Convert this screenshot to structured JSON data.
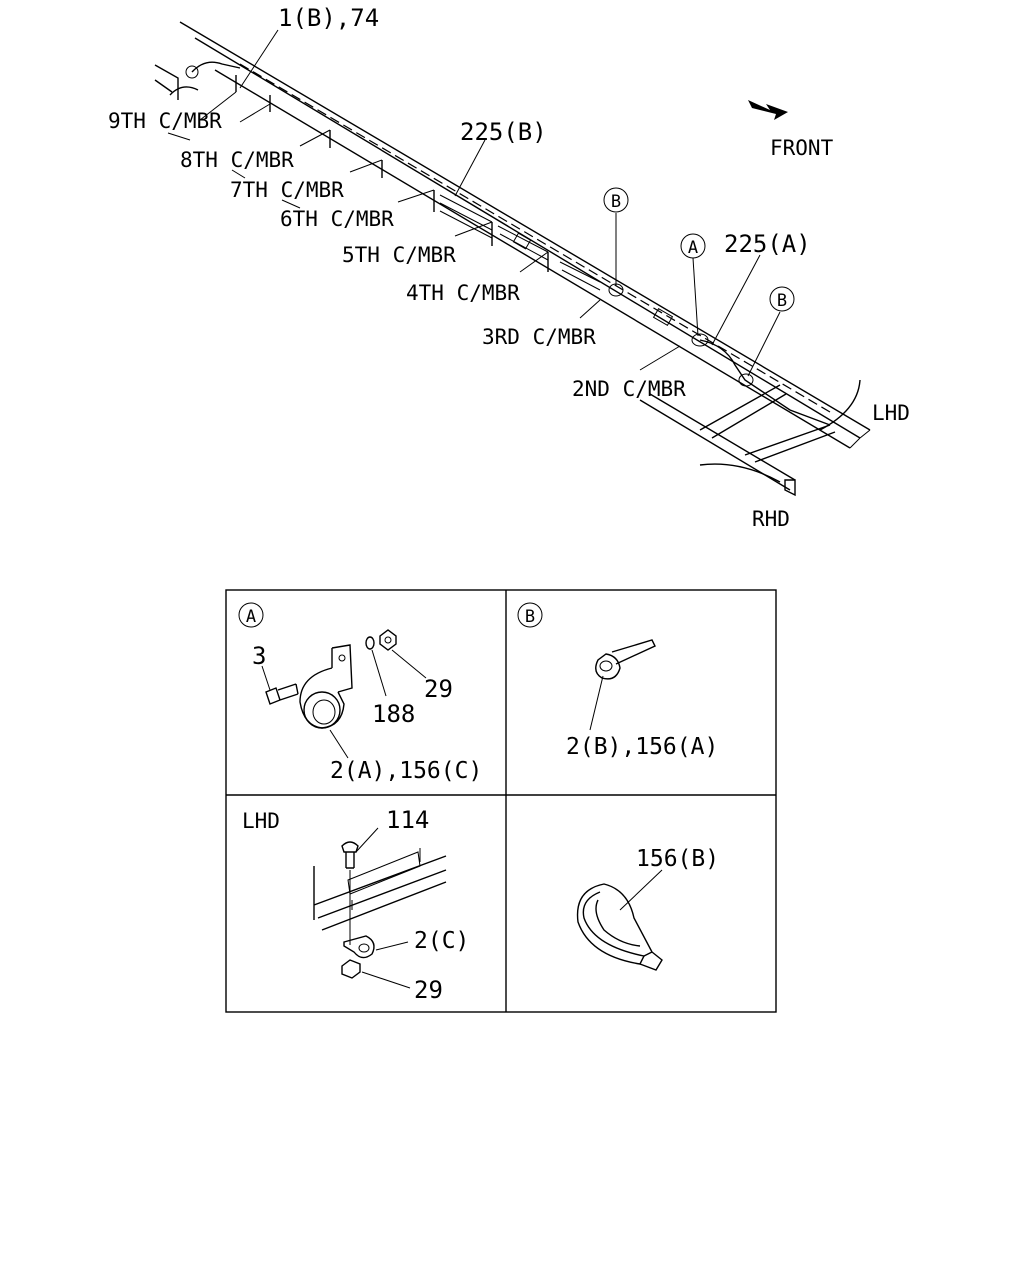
{
  "top_diagram": {
    "callout_top": "1(B),74",
    "crossmembers": [
      "9TH C/MBR",
      "8TH C/MBR",
      "7TH C/MBR",
      "6TH C/MBR",
      "5TH C/MBR",
      "4TH C/MBR",
      "3RD C/MBR",
      "2ND C/MBR"
    ],
    "callout_225b": "225(B)",
    "callout_225a": "225(A)",
    "marker_a": "A",
    "marker_b": "B",
    "front": "FRONT",
    "lhd": "LHD",
    "rhd": "RHD"
  },
  "detail_panels": {
    "a": {
      "marker": "A",
      "part_3": "3",
      "part_29": "29",
      "part_188": "188",
      "part_main": "2(A),156(C)"
    },
    "b": {
      "marker": "B",
      "part_main": "2(B),156(A)"
    },
    "lhd": {
      "title": "LHD",
      "part_114": "114",
      "part_2c": "2(C)",
      "part_29": "29"
    },
    "clip": {
      "part_main": "156(B)"
    }
  }
}
